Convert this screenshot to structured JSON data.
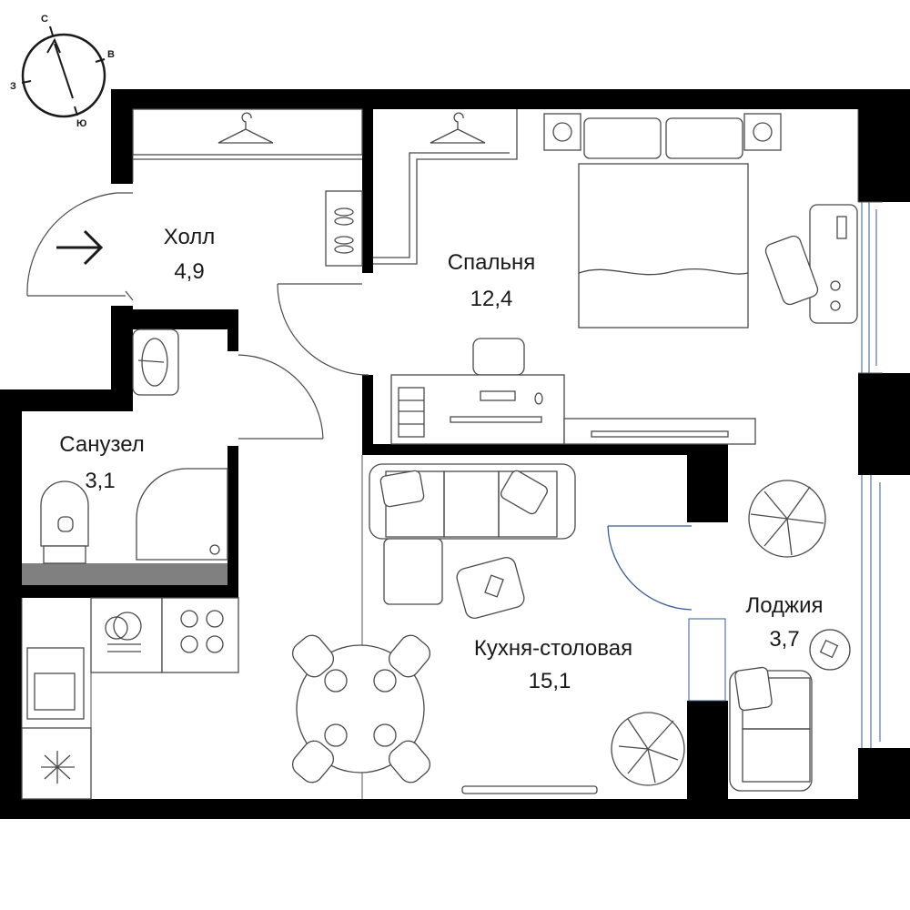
{
  "compass": {
    "north": "С",
    "east": "В",
    "south": "Ю",
    "west": "З"
  },
  "rooms": [
    {
      "name": "Холл",
      "area": "4,9"
    },
    {
      "name": "Спальня",
      "area": "12,4"
    },
    {
      "name": "Санузел",
      "area": "3,1"
    },
    {
      "name": "Кухня-столовая",
      "area": "15,1"
    },
    {
      "name": "Лоджия",
      "area": "3,7"
    }
  ],
  "colors": {
    "walls": "#000000",
    "lines": "#4a4a4a",
    "glazing": "#3a5a9a",
    "bathroom_floor_strip": "#808080"
  }
}
